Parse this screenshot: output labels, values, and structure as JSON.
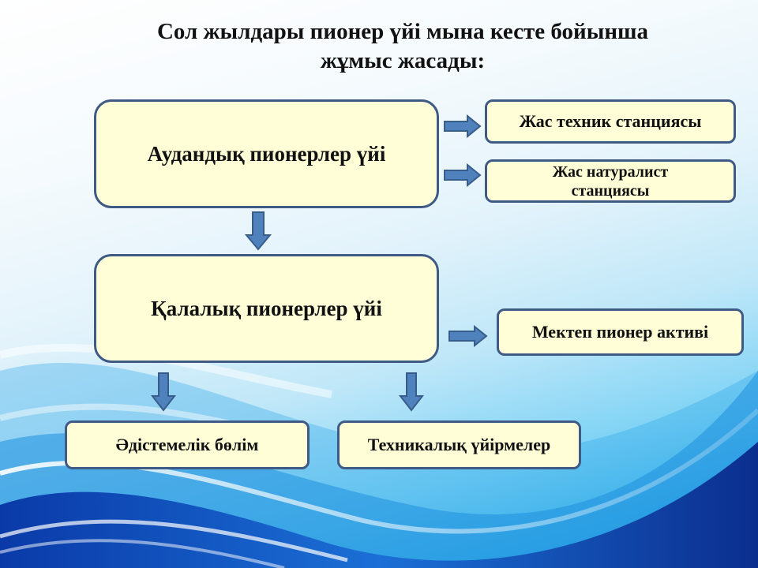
{
  "title": {
    "line1": "Сол жылдары пионер үйі мына кесте бойынша",
    "line2": "жұмыс жасады:"
  },
  "nodes": {
    "district": "Аудандық пионерлер үйі",
    "young_tech": "Жас техник станциясы",
    "young_nat_line1": "Жас натуралист",
    "young_nat_line2": "станциясы",
    "city": "Қалалық пионерлер үйі",
    "school_activists": "Мектеп пионер активі",
    "methodical": "Әдістемелік бөлім",
    "tech_clubs": "Техникалық үйірмелер"
  },
  "colors": {
    "box_fill": "#fffed6",
    "box_border": "#3f5a85",
    "arrow_fill": "#4f81bd",
    "arrow_stroke": "#385d8a"
  }
}
